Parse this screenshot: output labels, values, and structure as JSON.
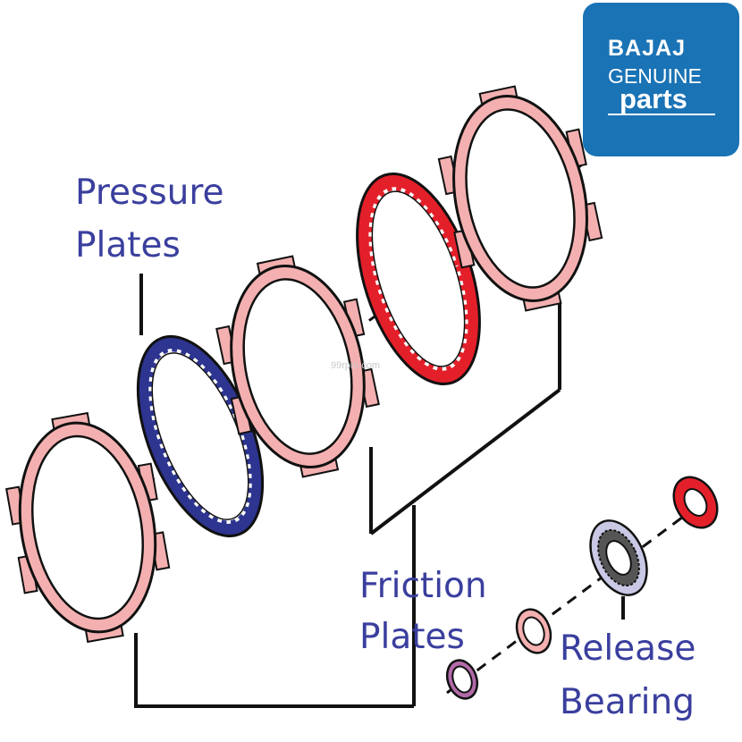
{
  "logo": {
    "brand": "BAJAJ",
    "line2": "GENUINE",
    "line3": "parts",
    "bg_color": "#1a73b5"
  },
  "labels": {
    "pressure_line1": "Pressure",
    "pressure_line2": "Plates",
    "friction_line1": "Friction",
    "friction_line2": "Plates",
    "release_line1": "Release",
    "release_line2": "Bearing"
  },
  "watermark": "99rpm.com",
  "colors": {
    "label": "#3a3f9e",
    "pink_plate": "#f4b0b0",
    "blue_plate": "#2d3590",
    "red_plate": "#e3202a",
    "bearing": "#c9c9e6",
    "washer": "#b26aa8",
    "outline": "#111111"
  }
}
